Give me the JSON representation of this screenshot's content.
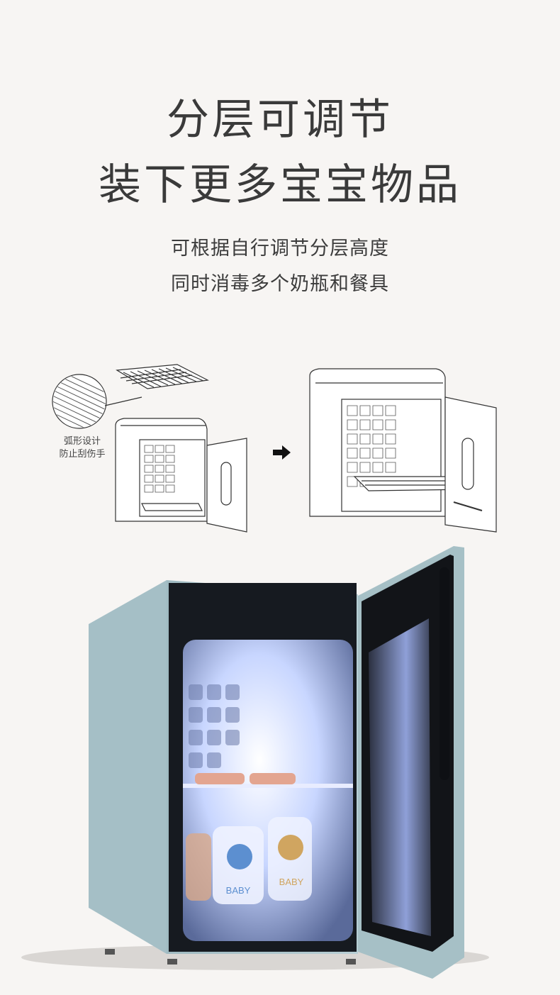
{
  "header": {
    "title_line1": "分层可调节",
    "title_line2": "装下更多宝宝物品"
  },
  "subtitle": {
    "line1": "可根据自行调节分层高度",
    "line2": "同时消毒多个奶瓶和餐具"
  },
  "diagram": {
    "callout_line1": "弧形设计",
    "callout_line2": "防止刮伤手",
    "arrow_icon": "right-arrow-icon"
  },
  "photo": {
    "bottle_label": "BABY",
    "cabinet_color": "#a9c3c9",
    "uv_glow_color": "#c8d6ff"
  }
}
